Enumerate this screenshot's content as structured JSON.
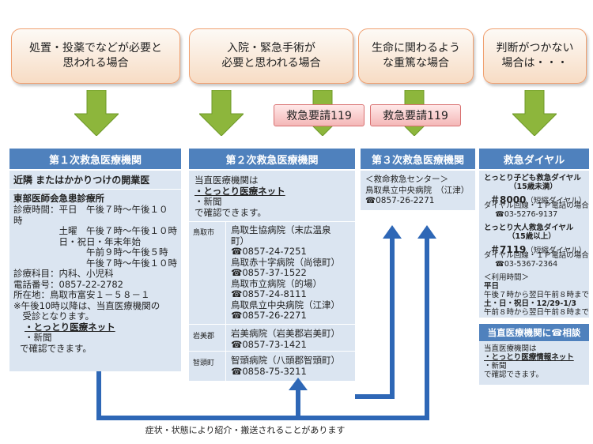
{
  "top_boxes": [
    [
      "処置・投薬でなどが必要と",
      "思われる場合"
    ],
    [
      "入院・緊急手術が",
      "必要と思われる場合"
    ],
    [
      "生命に関わるよう",
      "な重篤な場合"
    ],
    [
      "判断がつかない",
      "場合は・・・"
    ]
  ],
  "request_label": "救急要請119",
  "col1": {
    "header": "第１次救急医療機関",
    "title": "近隣 またはかかりつけの開業医",
    "clinic_name": "東部医師会急患診療所",
    "lines": [
      "診療時間：平日　午後７時～午後１０",
      "時",
      "　　　　　土曜　午後７時～午後１０時",
      "　　　　　日・祝日・年末年始",
      "　　　　　　　　午前９時～午後５時",
      "　　　　　　　　午後７時～午後１０時",
      "診療科目：内科、小児科",
      "電話番号：0857-22-2782",
      "所在地：鳥取市富安１－５８－１",
      "※午後10時以降は、当直医療機関の",
      "　受診となります。"
    ],
    "net": "・とっとり医療ネット",
    "news": "・新聞",
    "confirm": "で確認できます。"
  },
  "col2": {
    "header": "第２次救急医療機関",
    "intro": "当直医療機関は",
    "net": "・とっとり医療ネット",
    "news": "・新聞",
    "confirm": "で確認できます。",
    "areas": [
      {
        "label": "鳥取市",
        "lines": [
          "鳥取生協病院（末広温泉",
          "町）",
          "☎0857-24-7251",
          "鳥取赤十字病院（尚徳町）",
          "☎0857-37-1522",
          "鳥取市立病院（的場）",
          "☎0857-24-8111",
          "鳥取県立中央病院（江津）",
          "☎0857-26-2271"
        ]
      },
      {
        "label": "岩美郡",
        "lines": [
          "岩美病院（岩美郡岩美町）",
          "☎0857-73-1421"
        ]
      },
      {
        "label": "智頭町",
        "lines": [
          "智頭病院（八頭郡智頭町）",
          "☎0858-75-3211"
        ]
      }
    ]
  },
  "col3": {
    "header": "第３次救急医療機関",
    "center": "＜救命救急センター＞",
    "hospital": "鳥取県立中央病院　（江津）",
    "phone": "☎0857-26-2271"
  },
  "col4": {
    "header": "救急ダイヤル",
    "child_title": "とっとり子ども救急ダイヤル",
    "child_age": "（15歳未満）",
    "child_short": "＃8000",
    "child_short_note": "（短縮ダイヤル）",
    "child_alt": "ダイヤル回線・ＩＰ電話の場合",
    "child_tel": "☎03-5276-9137",
    "adult_title": "とっとり大人救急ダイヤル",
    "adult_age": "（15歳以上）",
    "adult_short": "＃7119",
    "adult_short_note": "（短縮ダイヤル）",
    "adult_alt": "ダイヤル回線・ＩＰ電話の場合",
    "adult_tel": "☎03-5367-2364",
    "hours_title": "＜利用時間＞",
    "weekday": "平日",
    "weekday_hours": "午後７時から翌日午前８時まで",
    "weekend": "土・日・祝日・12/29-1/3",
    "weekend_hours": "午前８時から翌日午前８時まで",
    "consult_header": "当直医療機関に☎相談",
    "consult_intro": "当直医療機関は",
    "consult_net": "・とっとり医療情報ネット",
    "consult_news": "・新聞",
    "consult_confirm": "で確認できます。"
  },
  "bottom_note": "症状・状態により紹介・搬送されることがあります",
  "colors": {
    "header_blue": "#4f81bd",
    "panel": "#dbe5f1",
    "arrow_green": "#8db63c",
    "flow_blue": "#2e67b6",
    "pink": "#e0006a"
  }
}
